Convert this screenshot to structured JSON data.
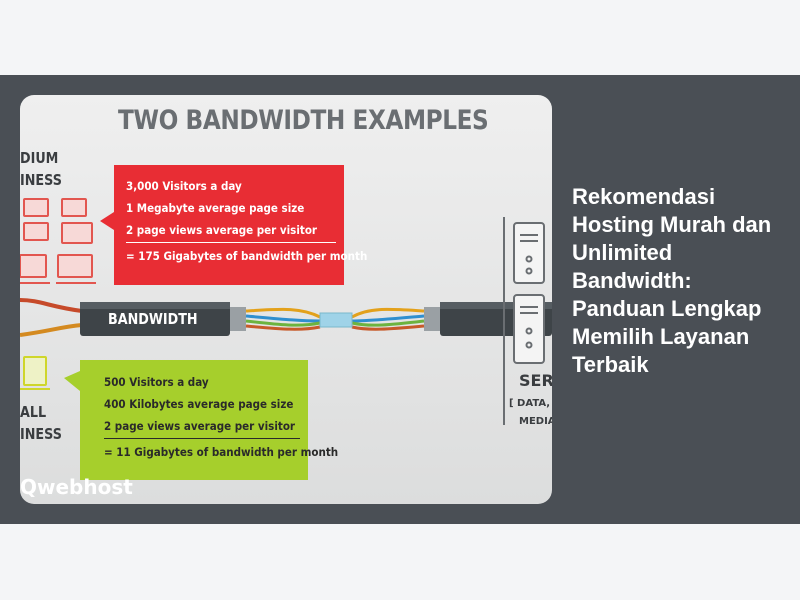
{
  "headline": "Rekomendasi Hosting Murah dan Unlimited Bandwidth: Panduan Lengkap Memilih Layanan Terbaik",
  "image": {
    "title": "TWO BANDWIDTH EXAMPLES",
    "medium_label_1": "DIUM",
    "medium_label_2": "INESS",
    "small_label_1": "ALL",
    "small_label_2": "INESS",
    "red_box": {
      "line1": "3,000 Visitors a day",
      "line2": "1 Megabyte average page size",
      "line3": "2 page views average per visitor",
      "result": "= 175 Gigabytes of bandwidth per month",
      "color": "#e8232a"
    },
    "green_box": {
      "line1": "500 Visitors a day",
      "line2": "400 Kilobytes average page size",
      "line3": "2 page views average per visitor",
      "result": "= 11 Gigabytes of bandwidth per month",
      "color": "#a8d22d"
    },
    "cable_label": "BANDWIDTH",
    "server_label": "SERV",
    "server_sub_1": "[ DATA, W",
    "server_sub_2": "MEDIA,",
    "watermark": "Qwebhost"
  },
  "colors": {
    "band": "#4a4f55",
    "page_bg": "#f4f5f7",
    "headline": "#ffffff"
  }
}
